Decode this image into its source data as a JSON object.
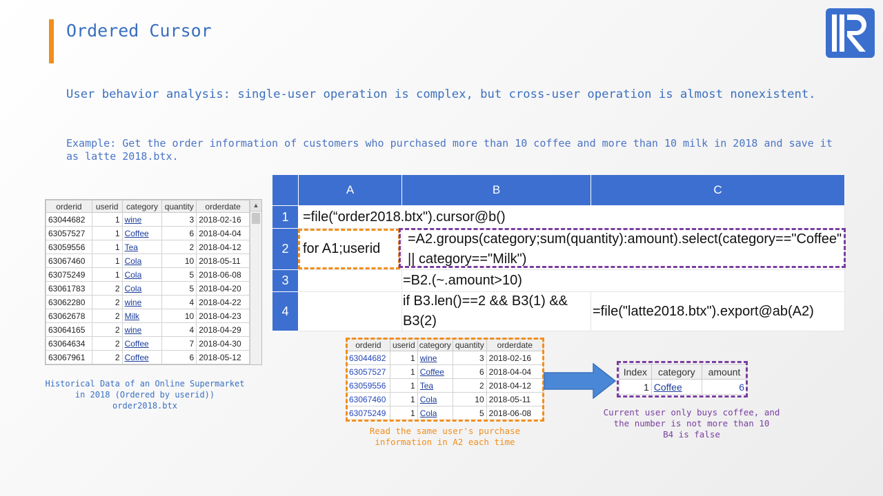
{
  "title": "Ordered Cursor",
  "subtitle": "User behavior analysis: single-user operation is complex, but cross-user operation is almost nonexistent.",
  "example": "Example: Get the order information of customers who purchased more than 10 coffee and more than 10 milk in 2018 and save it as latte 2018.btx.",
  "history_table": {
    "headers": [
      "orderid",
      "userid",
      "category",
      "quantity",
      "orderdate"
    ],
    "rows": [
      [
        "63044682",
        "1",
        "wine",
        "3",
        "2018-02-16"
      ],
      [
        "63057527",
        "1",
        "Coffee",
        "6",
        "2018-04-04"
      ],
      [
        "63059556",
        "1",
        "Tea",
        "2",
        "2018-04-12"
      ],
      [
        "63067460",
        "1",
        "Cola",
        "10",
        "2018-05-11"
      ],
      [
        "63075249",
        "1",
        "Cola",
        "5",
        "2018-06-08"
      ],
      [
        "63061783",
        "2",
        "Cola",
        "5",
        "2018-04-20"
      ],
      [
        "63062280",
        "2",
        "wine",
        "4",
        "2018-04-22"
      ],
      [
        "63062678",
        "2",
        "Milk",
        "10",
        "2018-04-23"
      ],
      [
        "63064165",
        "2",
        "wine",
        "4",
        "2018-04-29"
      ],
      [
        "63064634",
        "2",
        "Coffee",
        "7",
        "2018-04-30"
      ],
      [
        "63067961",
        "2",
        "Coffee",
        "6",
        "2018-05-12"
      ]
    ],
    "caption": [
      "Historical Data of an Online Supermarket",
      "in 2018 (Ordered by userid))",
      "order2018.btx"
    ]
  },
  "grid": {
    "col_headers": [
      "A",
      "B",
      "C"
    ],
    "row_headers": [
      "1",
      "2",
      "3",
      "4"
    ],
    "cells": {
      "A1": "=file(“order2018.btx\").cursor@b()",
      "A2": "for A1;userid",
      "B2": "=A2.groups(category;sum(quantity):amount).select(category==\"Coffee\" || category==\"Milk\")",
      "B3": "=B2.(~.amount>10)",
      "B4": "if B3.len()==2 && B3(1) && B3(2)",
      "C4": "=file(\"latte2018.btx\").export@ab(A2)"
    }
  },
  "user_table": {
    "headers": [
      "orderid",
      "userid",
      "category",
      "quantity",
      "orderdate"
    ],
    "rows": [
      [
        "63044682",
        "1",
        "wine",
        "3",
        "2018-02-16"
      ],
      [
        "63057527",
        "1",
        "Coffee",
        "6",
        "2018-04-04"
      ],
      [
        "63059556",
        "1",
        "Tea",
        "2",
        "2018-04-12"
      ],
      [
        "63067460",
        "1",
        "Cola",
        "10",
        "2018-05-11"
      ],
      [
        "63075249",
        "1",
        "Cola",
        "5",
        "2018-06-08"
      ]
    ],
    "caption": [
      "Read the same user's purchase",
      "information in A2 each time"
    ]
  },
  "result_table": {
    "headers": [
      "Index",
      "category",
      "amount"
    ],
    "rows": [
      [
        "1",
        "Coffee",
        "6"
      ]
    ],
    "caption": [
      "Current user only buys coffee, and",
      "the number is not more than 10",
      "B4 is false"
    ]
  },
  "colors": {
    "accent": "#f28e1c",
    "title": "#3a6fc0",
    "grid_header": "#3d6fd0",
    "purple": "#7a3ea0"
  },
  "icons": {
    "logo": "raqsoft-r-logo",
    "arrow": "right-arrow"
  }
}
